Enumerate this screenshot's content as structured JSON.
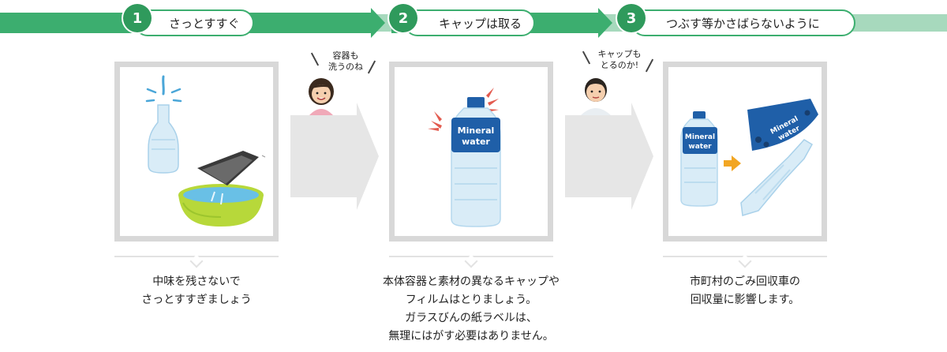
{
  "steps": [
    {
      "number": "1",
      "title": "さっとすすぐ"
    },
    {
      "number": "2",
      "title": "キャップは取る"
    },
    {
      "number": "3",
      "title": "つぶす等かさばらないように"
    }
  ],
  "captions": [
    {
      "lines": [
        "中味を残さないで",
        "さっとすすぎましょう"
      ]
    },
    {
      "lines": [
        "本体容器と素材の異なるキャップや",
        "フィルムはとりましょう。",
        "ガラスびんの紙ラベルは、",
        "無理にはがす必要はありません。"
      ]
    },
    {
      "lines": [
        "市町村のごみ回収車の",
        "回収量に影響します。"
      ]
    }
  ],
  "speech": [
    {
      "lines": [
        "容器も",
        "洗うのね"
      ]
    },
    {
      "lines": [
        "キャップも",
        "とるのか!"
      ]
    }
  ],
  "bottle_label": {
    "line1": "Mineral",
    "line2": "water"
  },
  "colors": {
    "green": "#3cae6f",
    "green_light": "#a7d9bd",
    "panel_border": "#d8d8d8",
    "arrow_grey": "#e6e6e6",
    "bottle_blue": "#1f5fa8",
    "bowl_green": "#b7d83a",
    "accent_orange": "#f2a623",
    "alert_red": "#e35b4f"
  },
  "icons": [
    "faucet-water-icon",
    "bottle-icon",
    "tray-icon",
    "washbowl-icon",
    "girl-avatar",
    "boy-avatar",
    "crushed-bottle-icon",
    "arrow-right-icon"
  ]
}
